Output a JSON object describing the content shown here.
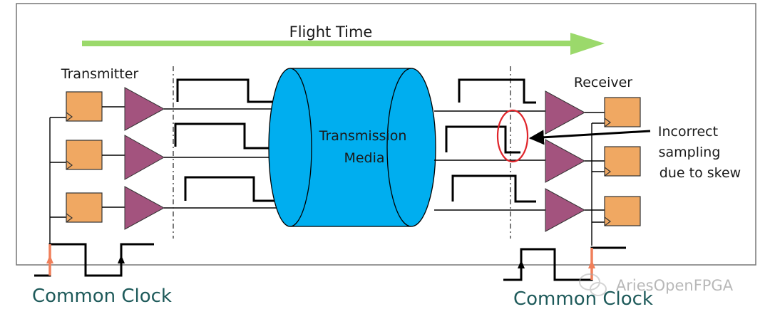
{
  "title": "Flight Time",
  "transmitter_label": "Transmitter",
  "receiver_label": "Receiver",
  "media_label_line1": "Transmission",
  "media_label_line2": "Media",
  "annotation_lines": [
    "Incorrect",
    "sampling",
    "due to skew"
  ],
  "clock_label_left": "Common Clock",
  "clock_label_right": "Common Clock",
  "watermark": "AriesOpenFPGA",
  "colors": {
    "arrow": "#9bd96b",
    "flipflop": "#f0a862",
    "buffer": "#a3537e",
    "media": "#00aeef",
    "clock_edge": "#f07f5a",
    "skew_circle": "#e0242a",
    "border": "#777777",
    "clock_text": "#1e5a5a"
  },
  "icons": [
    "flip-flop-icon",
    "buffer-triangle-icon",
    "cylinder-icon",
    "wechat-logo-icon"
  ]
}
